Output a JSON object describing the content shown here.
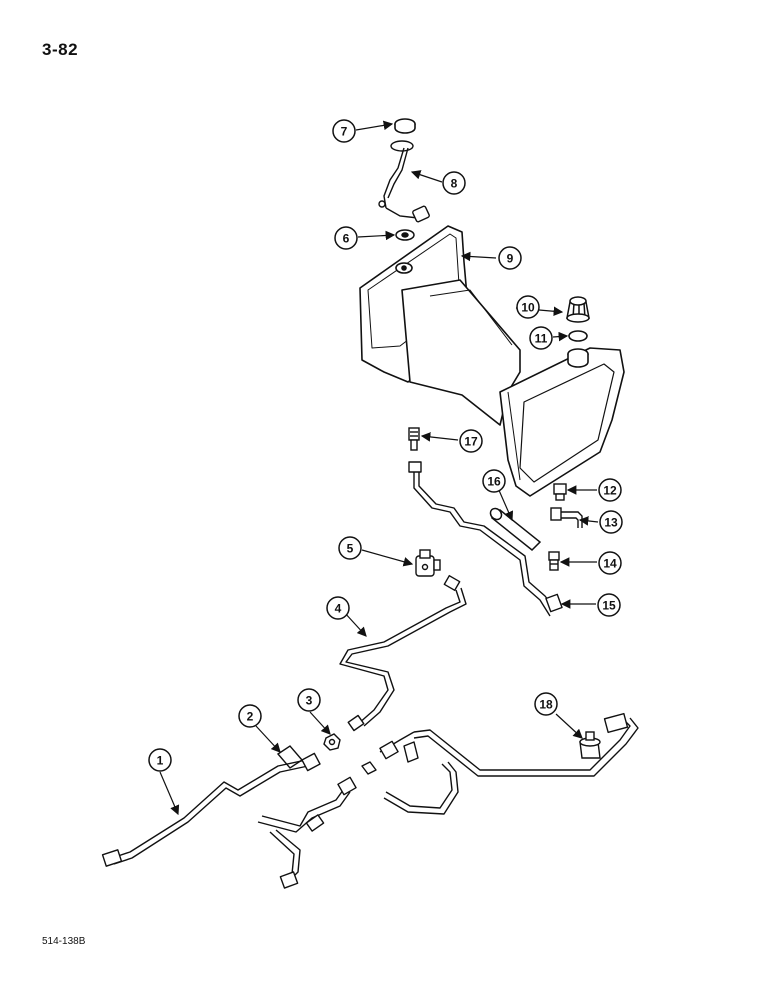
{
  "page_number": "3-82",
  "figure_code": "514-138B",
  "callouts": {
    "c1": "1",
    "c2": "2",
    "c3": "3",
    "c4": "4",
    "c5": "5",
    "c6": "6",
    "c7": "7",
    "c8": "8",
    "c9": "9",
    "c10": "10",
    "c11": "11",
    "c12": "12",
    "c13": "13",
    "c14": "14",
    "c15": "15",
    "c16": "16",
    "c17": "17",
    "c18": "18"
  }
}
